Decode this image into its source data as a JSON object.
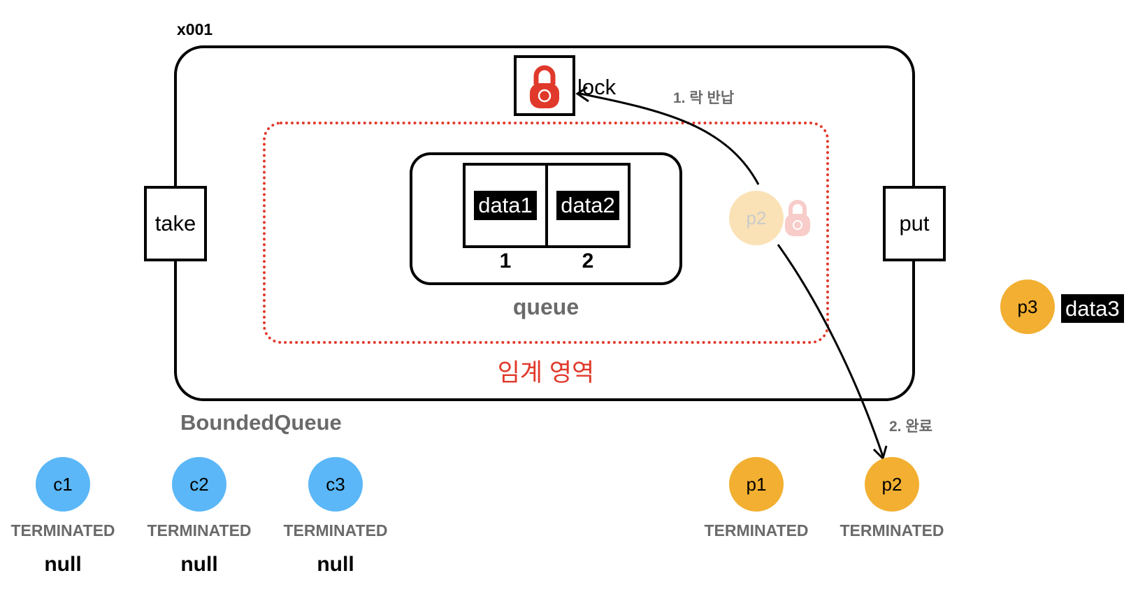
{
  "object_id": "x001",
  "lock": {
    "label": "lock"
  },
  "critical_section_label": "임계 영역",
  "queue": {
    "label": "queue",
    "slots": [
      {
        "index": "1",
        "value": "data1"
      },
      {
        "index": "2",
        "value": "data2"
      }
    ]
  },
  "ports": {
    "take": "take",
    "put": "put"
  },
  "class_label": "BoundedQueue",
  "arrows": {
    "return_lock": "1. 락 반납",
    "complete": "2. 완료"
  },
  "ghost_thread": {
    "name": "p2"
  },
  "waiting_producer": {
    "name": "p3",
    "data": "data3"
  },
  "consumers": [
    {
      "name": "c1",
      "state": "TERMINATED",
      "result": "null"
    },
    {
      "name": "c2",
      "state": "TERMINATED",
      "result": "null"
    },
    {
      "name": "c3",
      "state": "TERMINATED",
      "result": "null"
    }
  ],
  "producers": [
    {
      "name": "p1",
      "state": "TERMINATED"
    },
    {
      "name": "p2",
      "state": "TERMINATED"
    }
  ],
  "colors": {
    "consumer": "#5bb7f7",
    "producer": "#f2af31",
    "critical_section": "#e0392b",
    "lock": "#e0392b"
  }
}
